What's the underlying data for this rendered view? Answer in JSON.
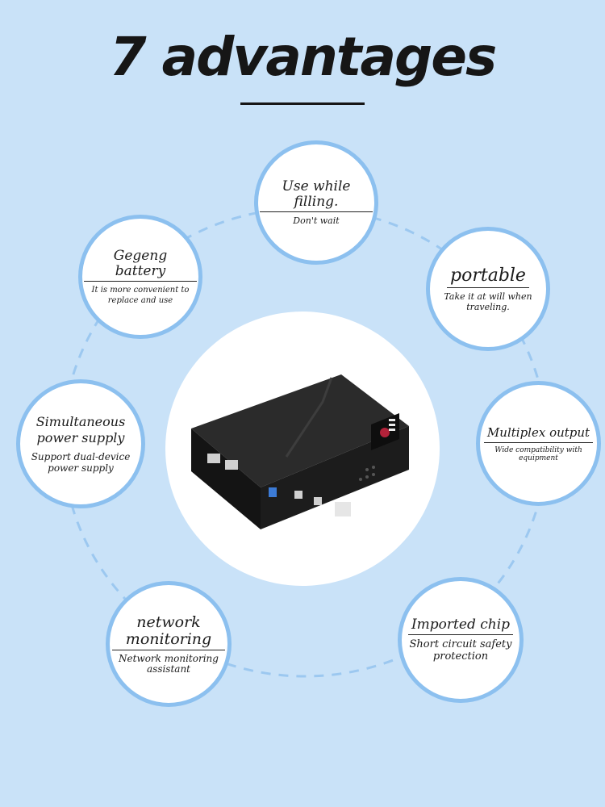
{
  "page": {
    "title": "7 advantages",
    "colors": {
      "background": "#c9e2f8",
      "circle_border": "#8cc0ef",
      "dash_ring": "#9cc8f0",
      "text": "#161616"
    }
  },
  "features": [
    {
      "title": "Use while filling.",
      "description": "Don't wait"
    },
    {
      "title": "portable",
      "description": "Take it at will when traveling."
    },
    {
      "title": "Multiplex output",
      "description": "Wide compatibility with equipment"
    },
    {
      "title": "Imported chip",
      "description": "Short circuit safety protection"
    },
    {
      "title": "network monitoring",
      "description": "Network monitoring assistant"
    },
    {
      "title": "Simultaneous power supply",
      "description": "Support dual-device power supply"
    },
    {
      "title": "Gegeng battery",
      "description": "It is more convenient to replace and use"
    }
  ],
  "product": {
    "icon": "mini-ups-device-icon"
  }
}
